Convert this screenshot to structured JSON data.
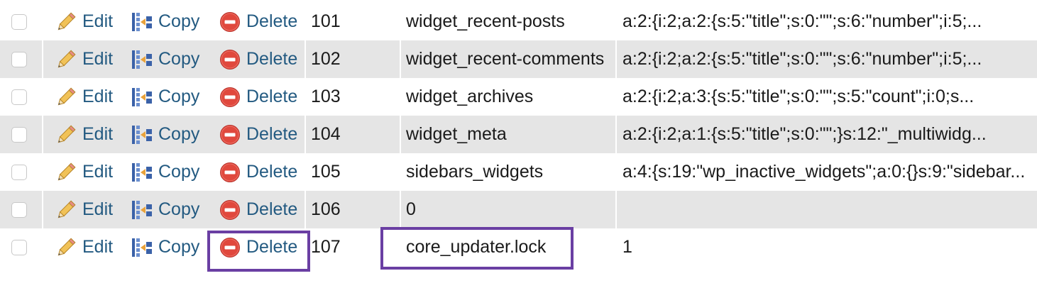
{
  "actions": {
    "edit_label": "Edit",
    "copy_label": "Copy",
    "delete_label": "Delete"
  },
  "rows": [
    {
      "id": "101",
      "name": "widget_recent-posts",
      "value": "a:2:{i:2;a:2:{s:5:\"title\";s:0:\"\";s:6:\"number\";i:5;..."
    },
    {
      "id": "102",
      "name": "widget_recent-comments",
      "value": "a:2:{i:2;a:2:{s:5:\"title\";s:0:\"\";s:6:\"number\";i:5;..."
    },
    {
      "id": "103",
      "name": "widget_archives",
      "value": "a:2:{i:2;a:3:{s:5:\"title\";s:0:\"\";s:5:\"count\";i:0;s..."
    },
    {
      "id": "104",
      "name": "widget_meta",
      "value": "a:2:{i:2;a:1:{s:5:\"title\";s:0:\"\";}s:12:\"_multiwidg..."
    },
    {
      "id": "105",
      "name": "sidebars_widgets",
      "value": "a:4:{s:19:\"wp_inactive_widgets\";a:0:{}s:9:\"sidebar..."
    },
    {
      "id": "106",
      "name": "0",
      "value": ""
    },
    {
      "id": "107",
      "name": "core_updater.lock",
      "value": "1"
    }
  ],
  "colors": {
    "link": "#235a81",
    "row_alt": "#e5e5e5",
    "highlight_border": "#6a3fa3",
    "delete_icon": "#e0483d",
    "edit_icon": "#e8b44a",
    "copy_icon": "#3b62a8"
  },
  "icons": {
    "edit": "pencil-icon",
    "copy": "copy-icon",
    "delete": "delete-circle-icon"
  }
}
